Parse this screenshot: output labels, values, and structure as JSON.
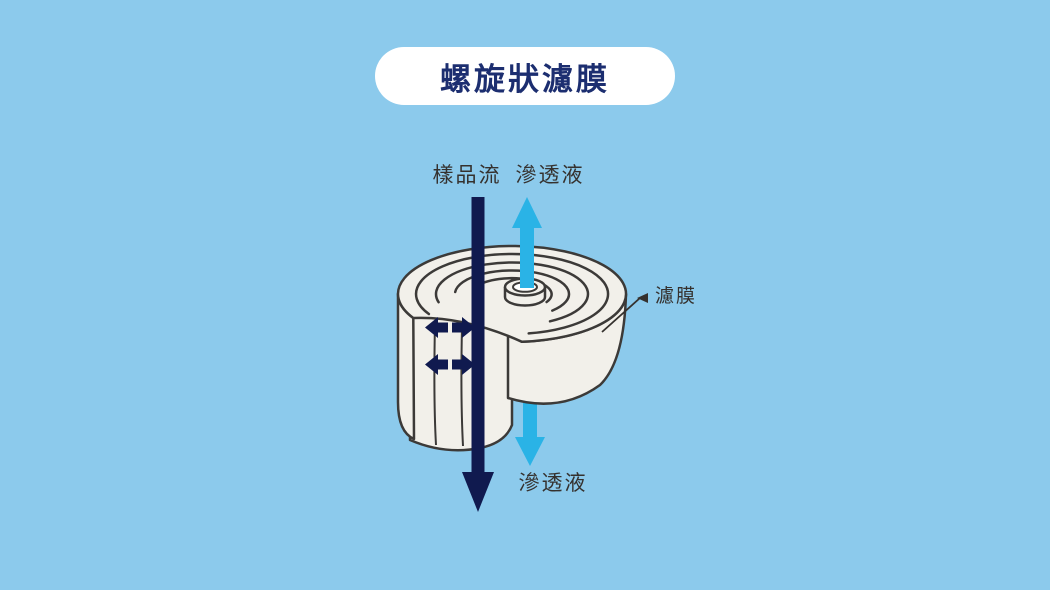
{
  "title": "螺旋狀濾膜",
  "labels": {
    "sample_flow": "樣品流",
    "permeate_top": "滲透液",
    "membrane": "濾膜",
    "permeate_bottom": "滲透液"
  },
  "colors": {
    "background": "#8ccaec",
    "pill_bg": "#ffffff",
    "title_text": "#1c2e70",
    "sample_arrow_navy": "#101a4f",
    "permeate_arrow_cyan": "#2ab3e6",
    "membrane_fill": "#f2f0ea",
    "membrane_outline": "#3c3a38",
    "label_text": "#35312e"
  }
}
